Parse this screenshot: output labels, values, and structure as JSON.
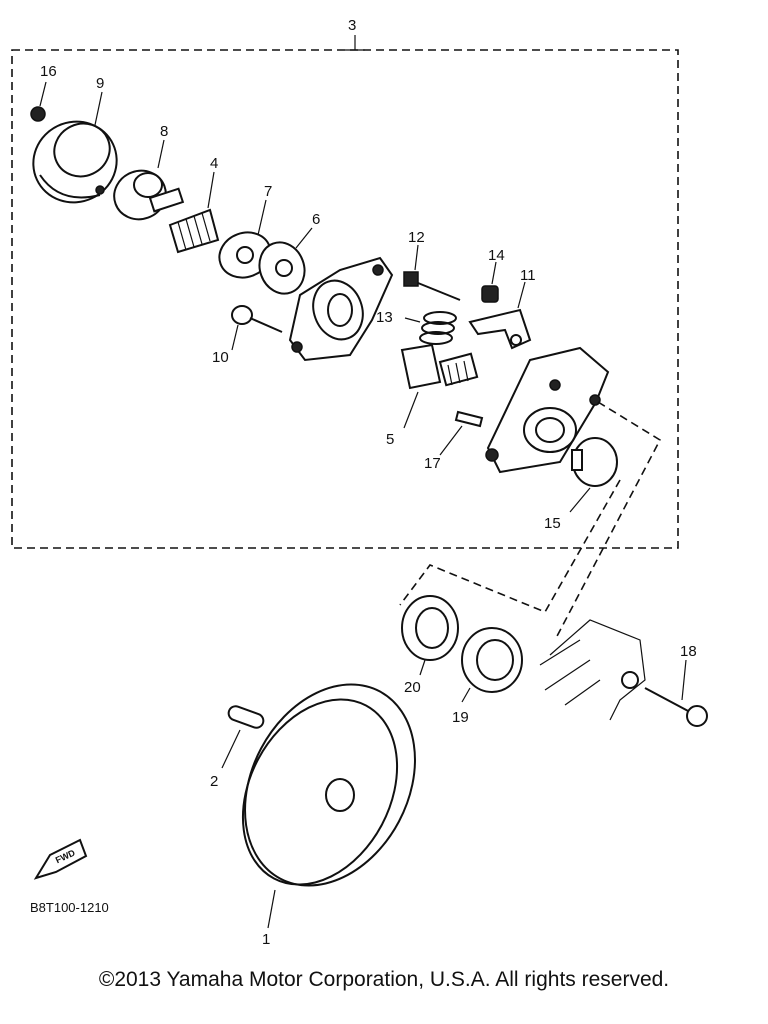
{
  "diagram": {
    "part_numbers": {
      "p1": "1",
      "p2": "2",
      "p3": "3",
      "p4": "4",
      "p5": "5",
      "p6": "6",
      "p7": "7",
      "p8": "8",
      "p9": "9",
      "p10": "10",
      "p11": "11",
      "p12": "12",
      "p13": "13",
      "p14": "14",
      "p15": "15",
      "p16": "16",
      "p17": "17",
      "p18": "18",
      "p19": "19",
      "p20": "20"
    },
    "direction_tag": "FWD",
    "drawing_code": "B8T100-1210"
  },
  "footer": {
    "copyright": "©2013 Yamaha Motor Corporation, U.S.A. All rights reserved."
  }
}
